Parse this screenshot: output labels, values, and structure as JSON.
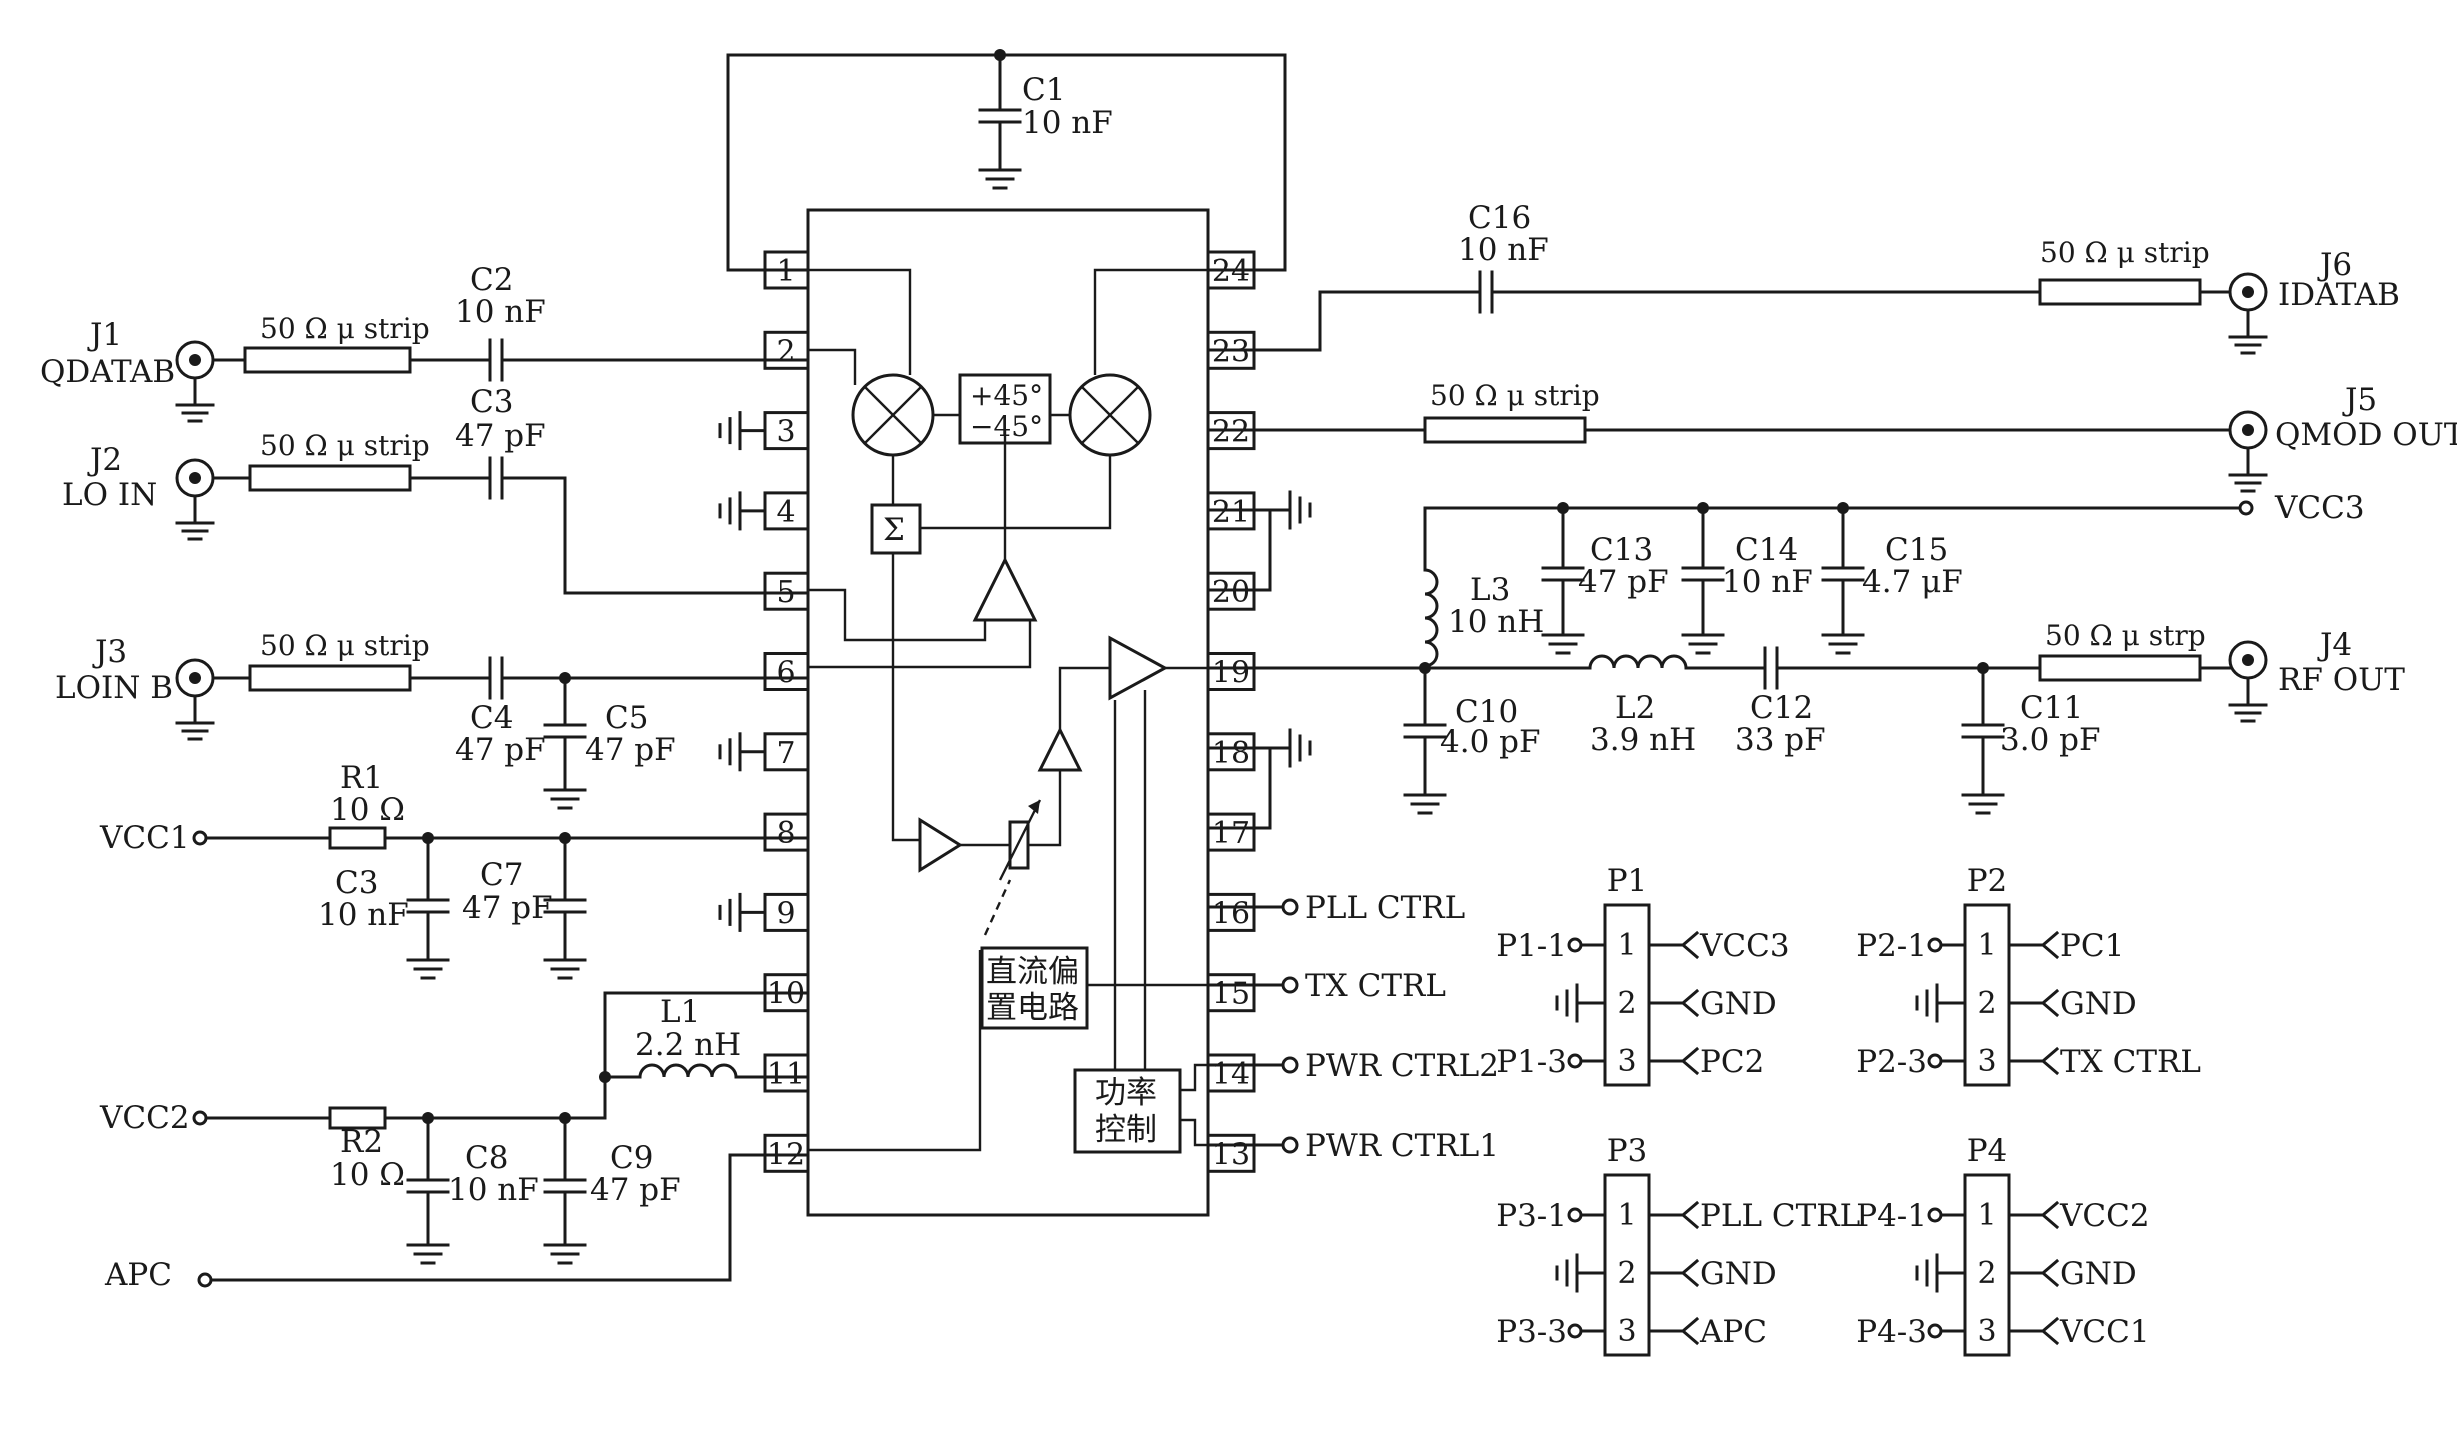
{
  "chip": {
    "pins_left": [
      "1",
      "2",
      "3",
      "4",
      "5",
      "6",
      "7",
      "8",
      "9",
      "10",
      "11",
      "12"
    ],
    "pins_right": [
      "24",
      "23",
      "22",
      "21",
      "20",
      "19",
      "18",
      "17",
      "16",
      "15",
      "14",
      "13"
    ],
    "phase_shift": [
      "+45°",
      "−45°"
    ],
    "sum_symbol": "Σ",
    "bias_block": [
      "直流偏",
      "置电路"
    ],
    "power_block": [
      "功率",
      "控制"
    ]
  },
  "left_side": {
    "j1": {
      "ref": "J1",
      "name": "QDATAB",
      "strip": "50 Ω μ strip",
      "cap_ref": "C2",
      "cap_val": "10 nF"
    },
    "j2": {
      "ref": "J2",
      "name": "LO IN",
      "strip": "50 Ω μ strip",
      "cap_ref": "C3",
      "cap_val": "47 pF"
    },
    "j3": {
      "ref": "J3",
      "name": "LOIN B",
      "strip": "50 Ω μ strip",
      "c4_ref": "C4",
      "c4_val": "47 pF",
      "c5_ref": "C5",
      "c5_val": "47 pF"
    },
    "vcc1": {
      "label": "VCC1",
      "r_ref": "R1",
      "r_val": "10 Ω",
      "c3_ref": "C3",
      "c3_val": "10 nF",
      "c7_ref": "C7",
      "c7_val": "47 pF"
    },
    "l1": {
      "ref": "L1",
      "val": "2.2 nH"
    },
    "vcc2": {
      "label": "VCC2",
      "r_ref": "R2",
      "r_val": "10 Ω",
      "c8_ref": "C8",
      "c8_val": "10 nF",
      "c9_ref": "C9",
      "c9_val": "47 pF"
    },
    "apc": "APC"
  },
  "top": {
    "c1_ref": "C1",
    "c1_val": "10 nF"
  },
  "right_side": {
    "c16_ref": "C16",
    "c16_val": "10 nF",
    "j6": {
      "ref": "J6",
      "name": "IDATAB",
      "strip": "50 Ω μ strip"
    },
    "j5": {
      "ref": "J5",
      "name": "QMOD OUT",
      "strip": "50 Ω μ strip"
    },
    "vcc3": "VCC3",
    "c13_ref": "C13",
    "c13_val": "47 pF",
    "c14_ref": "C14",
    "c14_val": "10 nF",
    "c15_ref": "C15",
    "c15_val": "4.7 μF",
    "l3_ref": "L3",
    "l3_val": "10 nH",
    "c10_ref": "C10",
    "c10_val": "4.0 pF",
    "l2_ref": "L2",
    "l2_val": "3.9 nH",
    "c12_ref": "C12",
    "c12_val": "33 pF",
    "c11_ref": "C11",
    "c11_val": "3.0 pF",
    "j4": {
      "ref": "J4",
      "name": "RF OUT",
      "strip": "50 Ω μ strp"
    },
    "pll_ctrl": "PLL CTRL",
    "tx_ctrl": "TX CTRL",
    "pwr_ctrl2": "PWR CTRL2",
    "pwr_ctrl1": "PWR CTRL1"
  },
  "headers": {
    "p1": {
      "title": "P1",
      "pins": [
        "1",
        "2",
        "3"
      ],
      "left": [
        "P1-1",
        "",
        "P1-3"
      ],
      "right": [
        "VCC3",
        "GND",
        "PC2"
      ]
    },
    "p2": {
      "title": "P2",
      "pins": [
        "1",
        "2",
        "3"
      ],
      "left": [
        "P2-1",
        "",
        "P2-3"
      ],
      "right": [
        "PC1",
        "GND",
        "TX CTRL"
      ]
    },
    "p3": {
      "title": "P3",
      "pins": [
        "1",
        "2",
        "3"
      ],
      "left": [
        "P3-1",
        "",
        "P3-3"
      ],
      "right": [
        "PLL CTRL",
        "GND",
        "APC"
      ]
    },
    "p4": {
      "title": "P4",
      "pins": [
        "1",
        "2",
        "3"
      ],
      "left": [
        "P4-1",
        "",
        "P4-3"
      ],
      "right": [
        "VCC2",
        "GND",
        "VCC1"
      ]
    }
  }
}
